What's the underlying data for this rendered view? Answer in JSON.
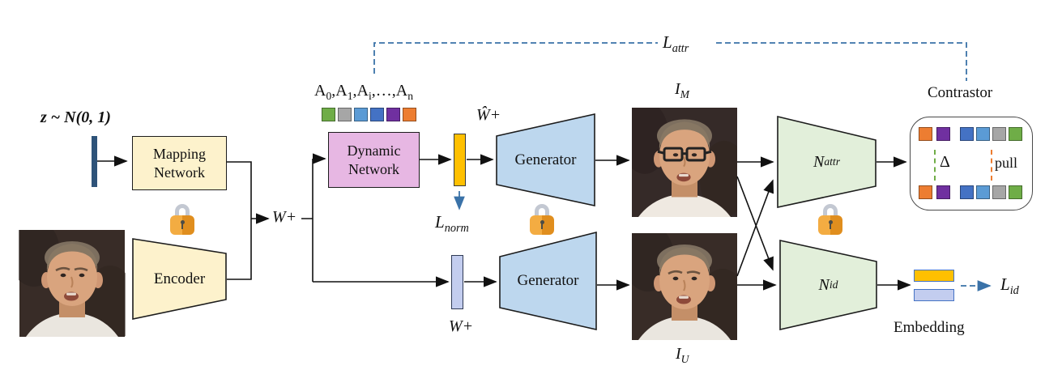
{
  "figure": {
    "labels": {
      "z_input": "z ~ N(0, 1)",
      "w_plus_mid": "W+",
      "w_hat_plus": "Ŵ+",
      "w_plus_bottom": "W+",
      "contrastor_title": "Contrastor",
      "delta": "Δ",
      "pull": "pull",
      "embedding": "Embedding"
    },
    "boxes": {
      "mapping_network": "Mapping Network",
      "encoder": "Encoder",
      "dynamic_network": "Dynamic Network",
      "generator_top": "Generator",
      "generator_bottom": "Generator"
    },
    "math": {
      "attributes": [
        {
          "t": "A"
        },
        {
          "s": "0"
        },
        {
          "t": ",A"
        },
        {
          "s": "1"
        },
        {
          "t": ",A"
        },
        {
          "s": "i"
        },
        {
          "t": ",…,A"
        },
        {
          "s": "n"
        }
      ],
      "l_attr": [
        {
          "t": "L"
        },
        {
          "s": "attr"
        }
      ],
      "l_norm": [
        {
          "t": "L"
        },
        {
          "s": "norm"
        }
      ],
      "l_id": [
        {
          "t": "L"
        },
        {
          "s": "id"
        }
      ],
      "n_attr": [
        {
          "t": "N"
        },
        {
          "s": "attr"
        }
      ],
      "n_id": [
        {
          "t": "N"
        },
        {
          "s": "id"
        }
      ],
      "i_m": [
        {
          "t": "I"
        },
        {
          "s": "M"
        }
      ],
      "i_u": [
        {
          "t": "I"
        },
        {
          "s": "U"
        }
      ]
    },
    "palettes": {
      "attributes": [
        "#6FAD47",
        "#A6A6A6",
        "#5B9BD5",
        "#4472C4",
        "#7030A0",
        "#ED7D31"
      ],
      "contrastor_pair": [
        "#ED7D31",
        "#7030A0"
      ],
      "contrastor_quad": [
        "#4472C4",
        "#5B9BD5",
        "#A6A6A6",
        "#6FAD47"
      ],
      "embedding_bars": [
        "#FFC000",
        "#C3CDEF"
      ]
    },
    "colors": {
      "dashed_accent": "#3A72A8",
      "module_cream": "#FDF2CC",
      "module_pink": "#E7B7E3",
      "module_blue": "#BDD7EE",
      "module_green": "#E2EFDA",
      "latent_gold": "#FFC000",
      "latent_lavender": "#C3CDEF",
      "z_bar_navy": "#2E5379"
    }
  }
}
